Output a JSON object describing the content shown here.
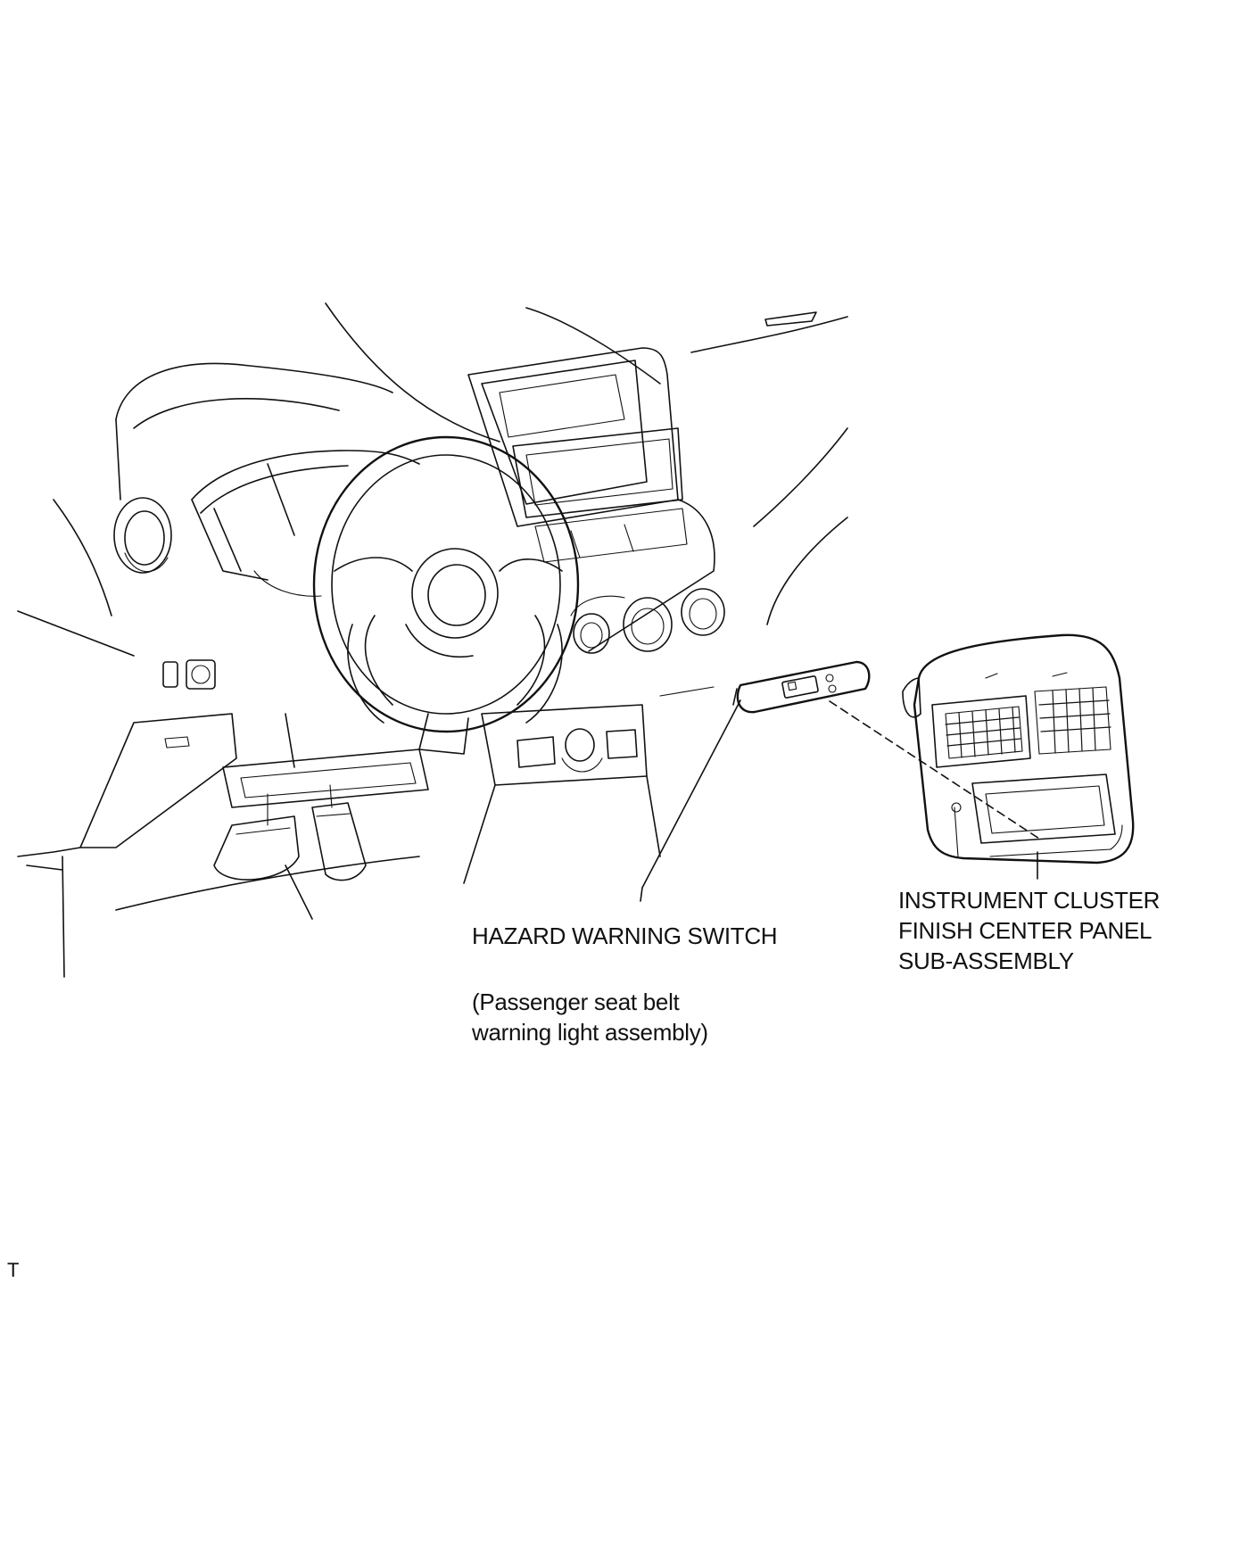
{
  "labels": {
    "hazard_switch": "HAZARD WARNING SWITCH",
    "passenger_note_line1": "(Passenger seat belt",
    "passenger_note_line2": "warning light assembly)",
    "cluster_line1": "INSTRUMENT CLUSTER",
    "cluster_line2": "FINISH CENTER PANEL",
    "cluster_line3": "SUB-ASSEMBLY",
    "corner_mark": "T"
  }
}
